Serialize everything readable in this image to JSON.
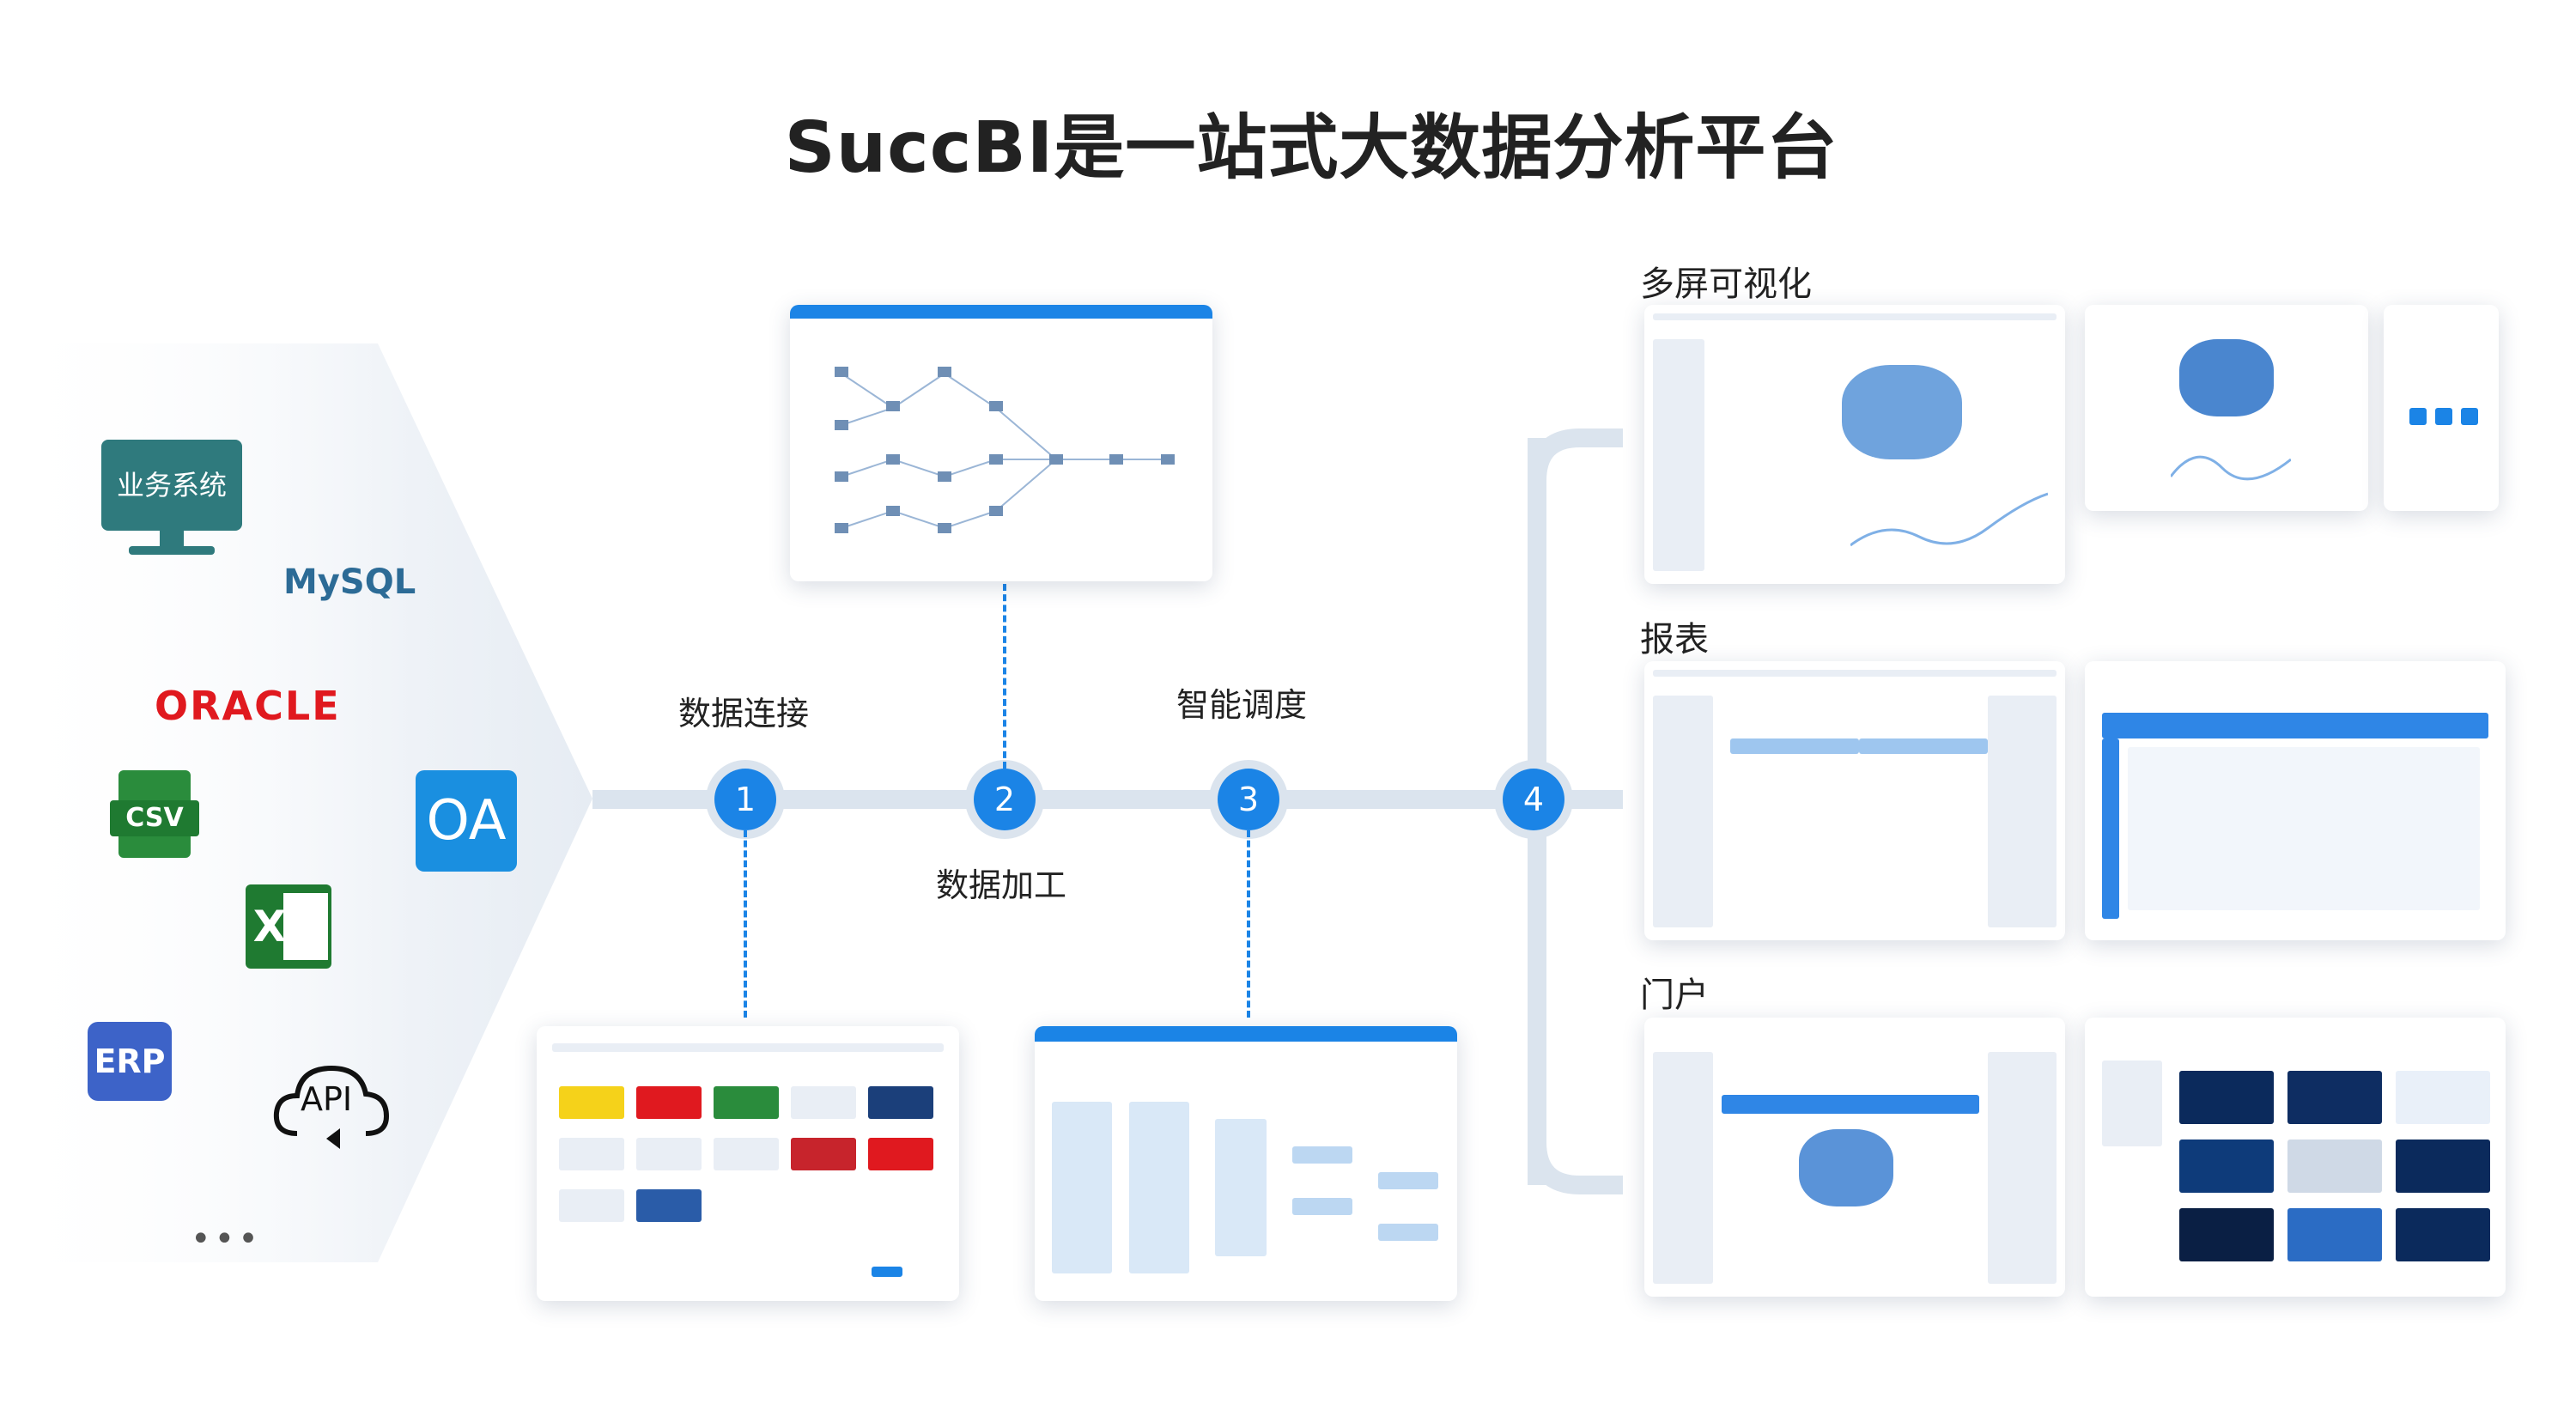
{
  "title": "SuccBI是一站式大数据分析平台",
  "steps": [
    {
      "num": "1",
      "label": "数据连接"
    },
    {
      "num": "2",
      "label": "数据加工"
    },
    {
      "num": "3",
      "label": "智能调度"
    },
    {
      "num": "4",
      "label": ""
    }
  ],
  "sources": {
    "business": "业务系统",
    "mysql": "MySQL",
    "oracle": "ORACLE",
    "csv": "CSV",
    "excel": "X",
    "oa": "OA",
    "erp": "ERP",
    "api": "API",
    "more": "•••"
  },
  "outputs": [
    {
      "label": "多屏可视化"
    },
    {
      "label": "报表"
    },
    {
      "label": "门户"
    }
  ],
  "colors": {
    "accent": "#1b84e6",
    "track": "#dbe4ee"
  }
}
